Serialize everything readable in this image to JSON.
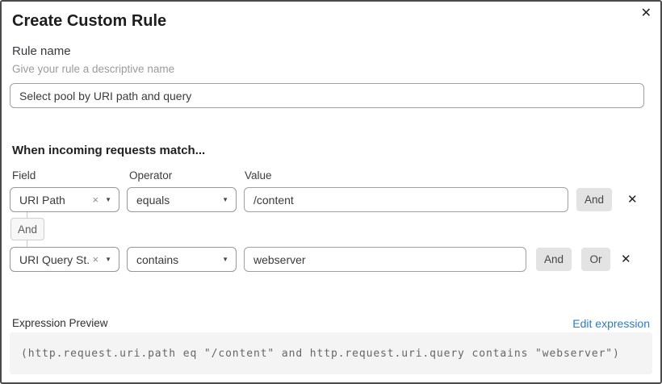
{
  "dialog": {
    "title": "Create Custom Rule"
  },
  "icons": {
    "close": "✕",
    "remove": "✕",
    "clear": "×",
    "chevron_down": "▼"
  },
  "rule_name": {
    "label": "Rule name",
    "helper": "Give your rule a descriptive name",
    "value": "Select pool by URI path and query"
  },
  "matcher": {
    "heading": "When incoming requests match...",
    "columns": {
      "field": "Field",
      "operator": "Operator",
      "value": "Value"
    },
    "connector": "And",
    "rows": [
      {
        "field": "URI Path",
        "operator": "equals",
        "value": "/content",
        "buttons": [
          "And"
        ]
      },
      {
        "field": "URI Query St...",
        "operator": "contains",
        "value": "webserver",
        "buttons": [
          "And",
          "Or"
        ]
      }
    ]
  },
  "expression": {
    "label": "Expression Preview",
    "edit_link": "Edit expression",
    "code": "(http.request.uri.path eq \"/content\" and http.request.uri.query contains \"webserver\")"
  },
  "colors": {
    "link_blue": "#2f7bbf",
    "button_gray": "#e3e3e3",
    "code_background": "#f4f4f4",
    "border_gray": "#979797"
  }
}
